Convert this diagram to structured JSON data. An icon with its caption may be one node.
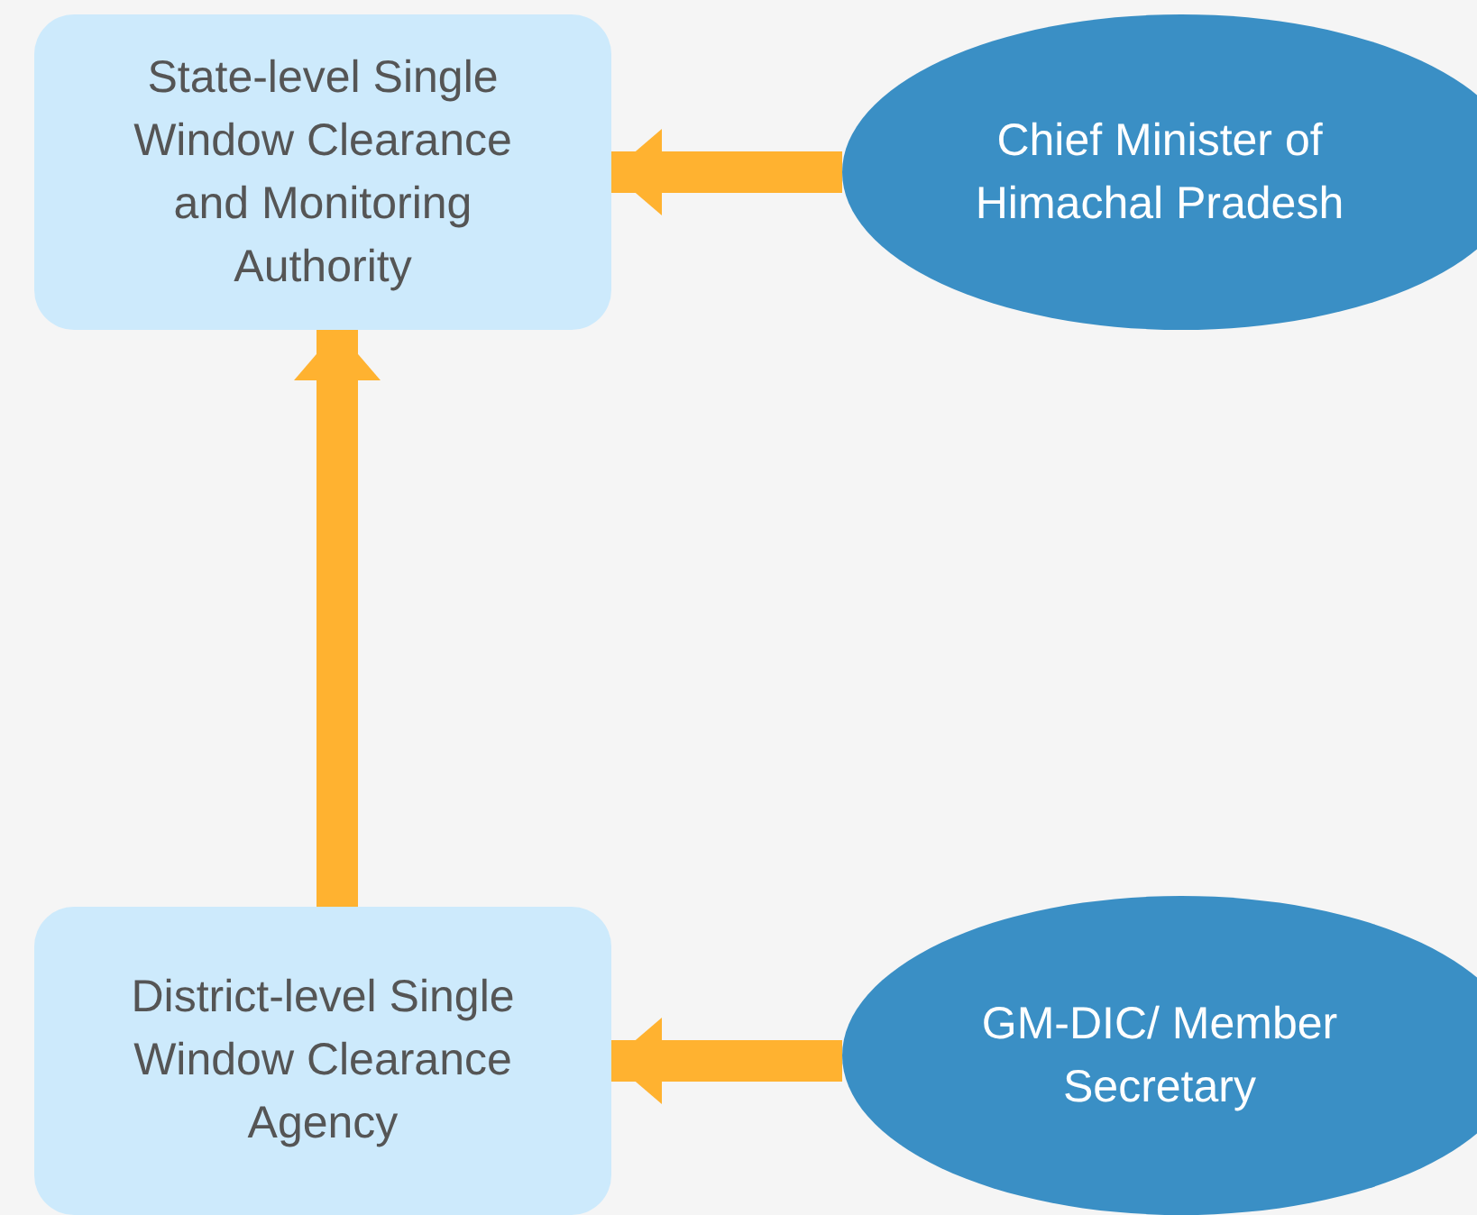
{
  "diagram": {
    "nodes": [
      {
        "text": [
          "State-level Single Window Clearance and Monitoring Authority"
        ]
      },
      {
        "text": [
          "Chief Minister of Himachal Pradesh"
        ]
      },
      {
        "text": [
          "District-level Single Window Clearance Agency"
        ]
      },
      {
        "text": [
          "GM-DIC/ Member Secretary"
        ]
      }
    ],
    "edges": [
      {
        "from": 1,
        "to": 0,
        "arrow": "to"
      },
      {
        "from": 2,
        "to": 0,
        "arrow": "to"
      },
      {
        "from": 3,
        "to": 2,
        "arrow": "to"
      }
    ]
  }
}
